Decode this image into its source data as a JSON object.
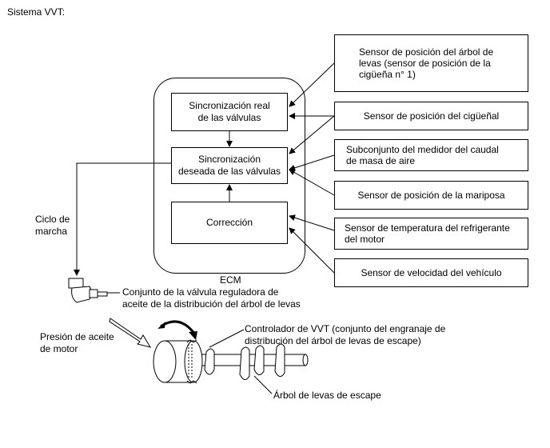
{
  "title": "Sistema VVT:",
  "ecm": {
    "label": "ECM",
    "blocks": {
      "actual": "Sincronización real\nde las válvulas",
      "desired": "Sincronización\ndeseada de las válvulas",
      "correction": "Corrección"
    }
  },
  "sensors": [
    "Sensor de posición del árbol de\nlevas (sensor de posición de la\ncigüeña n° 1)",
    "Sensor de posición del cigüeñal",
    "Subconjunto del medidor del caudal\nde masa de aire",
    "Sensor de posición de la mariposa",
    "Sensor de temperatura del refrigerante\ndel motor",
    "Sensor de velocidad del vehículo"
  ],
  "labels": {
    "duty_cycle": "Ciclo de\nmarcha",
    "ocv": "Conjunto de la válvula reguladora de\naceite de la distribución del árbol de levas",
    "oil_pressure": "Presión de aceite\nde motor",
    "vvt_controller": "Controlador de VVT (conjunto del engranaje de\ndistribución del árbol de levas de escape)",
    "exhaust_camshaft": "Árbol de levas de escape"
  }
}
